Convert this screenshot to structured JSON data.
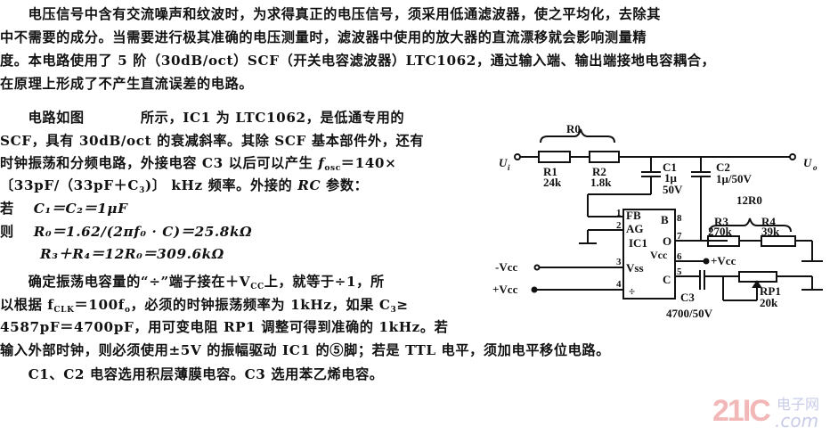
{
  "document": {
    "paragraph1": [
      "　　电压信号中含有交流噪声和纹波时，为求得真正的电压信号，须采用低通滤波器，使之平均化，去除其",
      "中不需要的成分。当需要进行极其准确的电压测量时，滤波器中使用的放大器的直流漂移就会影响测量精",
      "度。本电路使用了 5 阶（30dB/oct）SCF（开关电容滤波器）LTC1062，通过输入端、输出端接地电容耦合，",
      "在原理上形成了不产生直流误差的电路。"
    ],
    "paragraph2": [
      "　　电路如图　　　　所示，IC1 为 LTC1062，是低通专用的",
      "SCF，具有 30dB/oct 的衰减斜率。其除 SCF 基本部件外，还有",
      "时钟振荡和分频电路，外接电容 C3 以后可以产生 ",
      "〔33pF/（33pF＋C",
      "若",
      "则"
    ],
    "line3_tail": "＝140×",
    "f_osc": "f",
    "f_osc_sub": "osc",
    "line4_mid": "3",
    "line4_tail": ")〕 kHz 频率。外接的 ",
    "rc": "RC",
    "rc_tail": " 参数：",
    "eq1": "C₁＝C₂＝1μF",
    "eq2": "R₀＝1.62/(2πf₀ · C)＝25.8kΩ",
    "eq3": "R₃＋R₄＝12R₀＝309.6kΩ",
    "paragraph3": [
      "　　确定振荡电容量的“÷”端子接在＋V",
      "上，就等于÷1，所",
      "以根据 f",
      "＝100f",
      "，必须的时钟振荡频率为 1kHz，如果 C",
      "≥",
      "4587pF＝4700pF，用可变电阻 RP1 调整可得到准确的 1kHz。若",
      "输入外部时钟，则必须使用±5V 的振幅驱动 IC1 的⑤脚；若是 TTL 电平，须加电平移位电路。",
      "　　C1、C2 电容选用积层薄膜电容。C3 选用苯乙烯电容。"
    ],
    "vcc_sub": "CC",
    "fclk_sub": "CLK",
    "f0_sub": "o",
    "c3_sub": "3"
  },
  "circuit": {
    "labels": {
      "ui": "U",
      "ui_sub": "i",
      "uo": "U",
      "uo_sub": "o",
      "r0": "R0",
      "r1": "R1",
      "r1_val": "24k",
      "r2": "R2",
      "r2_val": "1.8k",
      "c1": "C1",
      "c1_val": "1μ",
      "c1_v": "50V",
      "c2": "C2",
      "c2_val": "1μ/50V",
      "r12": "12R0",
      "r3": "R3",
      "r3_val": "270k",
      "r4": "R4",
      "r4_val": "39k",
      "vee": "-Vcc",
      "vcc_in": "+Vcc",
      "vcc_out": "+Vcc",
      "c3": "C3",
      "c3_val": "4700/50V",
      "rp1": "RP1",
      "rp1_val": "20k"
    },
    "ic": {
      "name": "IC1",
      "left_pins": [
        {
          "num": "1",
          "name": "FB"
        },
        {
          "num": "2",
          "name": "AG"
        },
        {
          "num": "3",
          "name": "Vss"
        },
        {
          "num": "4",
          "name": "÷"
        }
      ],
      "right_pins": [
        {
          "num": "8",
          "name": "B"
        },
        {
          "num": "7",
          "name": "O"
        },
        {
          "num": "6",
          "name": "Vcc"
        },
        {
          "num": "5",
          "name": "C"
        }
      ]
    }
  },
  "watermark": {
    "brand": "21IC",
    "cn": "电子网",
    "domain": ".com",
    "color_brand": "#f2b8b8",
    "color_domain": "#c8cce8"
  }
}
